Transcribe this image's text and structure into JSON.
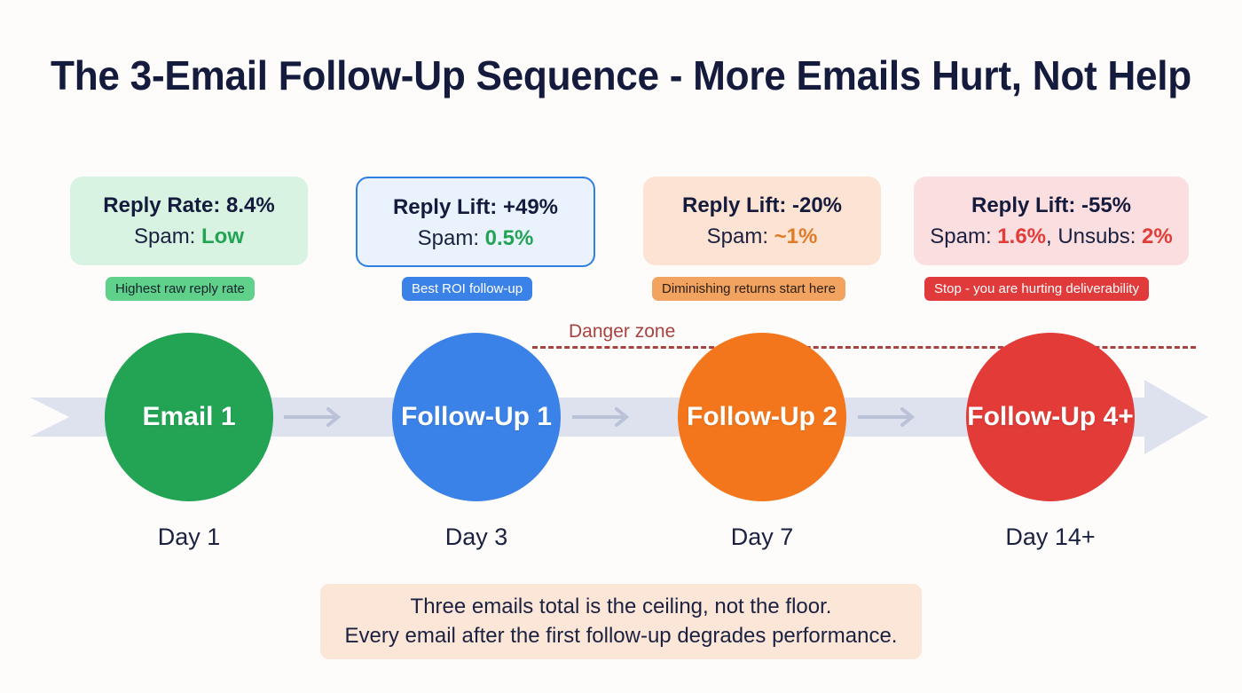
{
  "title": "The 3-Email Follow-Up Sequence - More Emails Hurt, Not Help",
  "colors": {
    "background": "#fdfcfa",
    "title": "#141b3d",
    "timeline_bar": "#dde2ee",
    "connector_arrow": "#b9c2d6",
    "danger": "#a8423f",
    "green": "#23a455",
    "blue": "#3b82e8",
    "orange": "#f4761c",
    "red": "#e23b38"
  },
  "danger_zone": {
    "label": "Danger zone"
  },
  "stages": [
    {
      "card": {
        "metric_label": "Reply Rate: 8.4%",
        "spam_prefix": "Spam: ",
        "spam_value": "Low",
        "spam_suffix": "",
        "spam_value2": "",
        "bg": "#d8f3e2",
        "value_color": "#23a455",
        "highlighted": false
      },
      "badge": {
        "text": "Highest raw reply rate",
        "bg": "#5fd18a",
        "color": "#13232e"
      },
      "node": {
        "label": "Email 1",
        "color": "#23a455"
      },
      "day": "Day 1"
    },
    {
      "card": {
        "metric_label": "Reply Lift: +49%",
        "spam_prefix": "Spam: ",
        "spam_value": "0.5%",
        "spam_suffix": "",
        "spam_value2": "",
        "bg": "#eaf2fd",
        "value_color": "#23a455",
        "highlighted": true
      },
      "badge": {
        "text": "Best ROI follow-up",
        "bg": "#3b82e8",
        "color": "#ffffff"
      },
      "node": {
        "label": "Follow-Up 1",
        "color": "#3b82e8"
      },
      "day": "Day 3"
    },
    {
      "card": {
        "metric_label": "Reply Lift: -20%",
        "spam_prefix": "Spam: ",
        "spam_value": "~1%",
        "spam_suffix": "",
        "spam_value2": "",
        "bg": "#fce3d3",
        "value_color": "#e07b2a",
        "highlighted": false
      },
      "badge": {
        "text": "Diminishing returns start here",
        "bg": "#f2a35f",
        "color": "#2a1d12"
      },
      "node": {
        "label": "Follow-Up 2",
        "color": "#f4761c"
      },
      "day": "Day 7"
    },
    {
      "card": {
        "metric_label": "Reply Lift: -55%",
        "spam_prefix": "Spam: ",
        "spam_value": "1.6%",
        "spam_suffix": ", Unsubs: ",
        "spam_value2": "2%",
        "bg": "#fbdedf",
        "value_color": "#e23b38",
        "highlighted": false
      },
      "badge": {
        "text": "Stop - you are hurting deliverability",
        "bg": "#e03a3a",
        "color": "#ffffff"
      },
      "node": {
        "label": "Follow-Up 4+",
        "color": "#e23b38"
      },
      "day": "Day 14+"
    }
  ],
  "footer": {
    "line1": "Three emails total is the ceiling, not the floor.",
    "line2": "Every email after the first follow-up degrades performance."
  }
}
